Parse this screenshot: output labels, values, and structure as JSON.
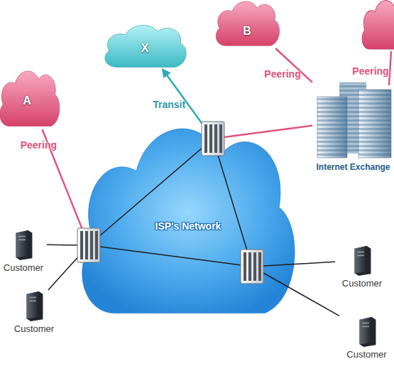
{
  "diagram": {
    "nodes": [
      {
        "text": [
          "B"
        ]
      },
      {
        "text": [
          "X"
        ]
      },
      {
        "text": [
          "A"
        ]
      },
      {
        "text": [
          "Internet Exchange"
        ]
      },
      {
        "text": [
          "ISP's Network"
        ]
      },
      {
        "text": [
          "Customer"
        ]
      },
      {
        "text": [
          "Customer"
        ]
      },
      {
        "text": [
          "Customer"
        ]
      },
      {
        "text": [
          "Customer"
        ]
      }
    ],
    "edges": [
      {
        "from": 4,
        "to": 1,
        "arrow": "to",
        "label": "Transit"
      },
      {
        "from": 2,
        "to": 4,
        "arrow": "none",
        "label": "Peering"
      },
      {
        "from": 3,
        "to": 0,
        "arrow": "none",
        "label": "Peering"
      },
      {
        "from": 4,
        "to": 3,
        "arrow": "none"
      },
      {
        "from": 4,
        "to": 5,
        "arrow": "none"
      },
      {
        "from": 4,
        "to": 6,
        "arrow": "none"
      },
      {
        "from": 4,
        "to": 7,
        "arrow": "none"
      },
      {
        "from": 4,
        "to": 8,
        "arrow": "none"
      }
    ],
    "labels": [
      "Peering"
    ]
  }
}
